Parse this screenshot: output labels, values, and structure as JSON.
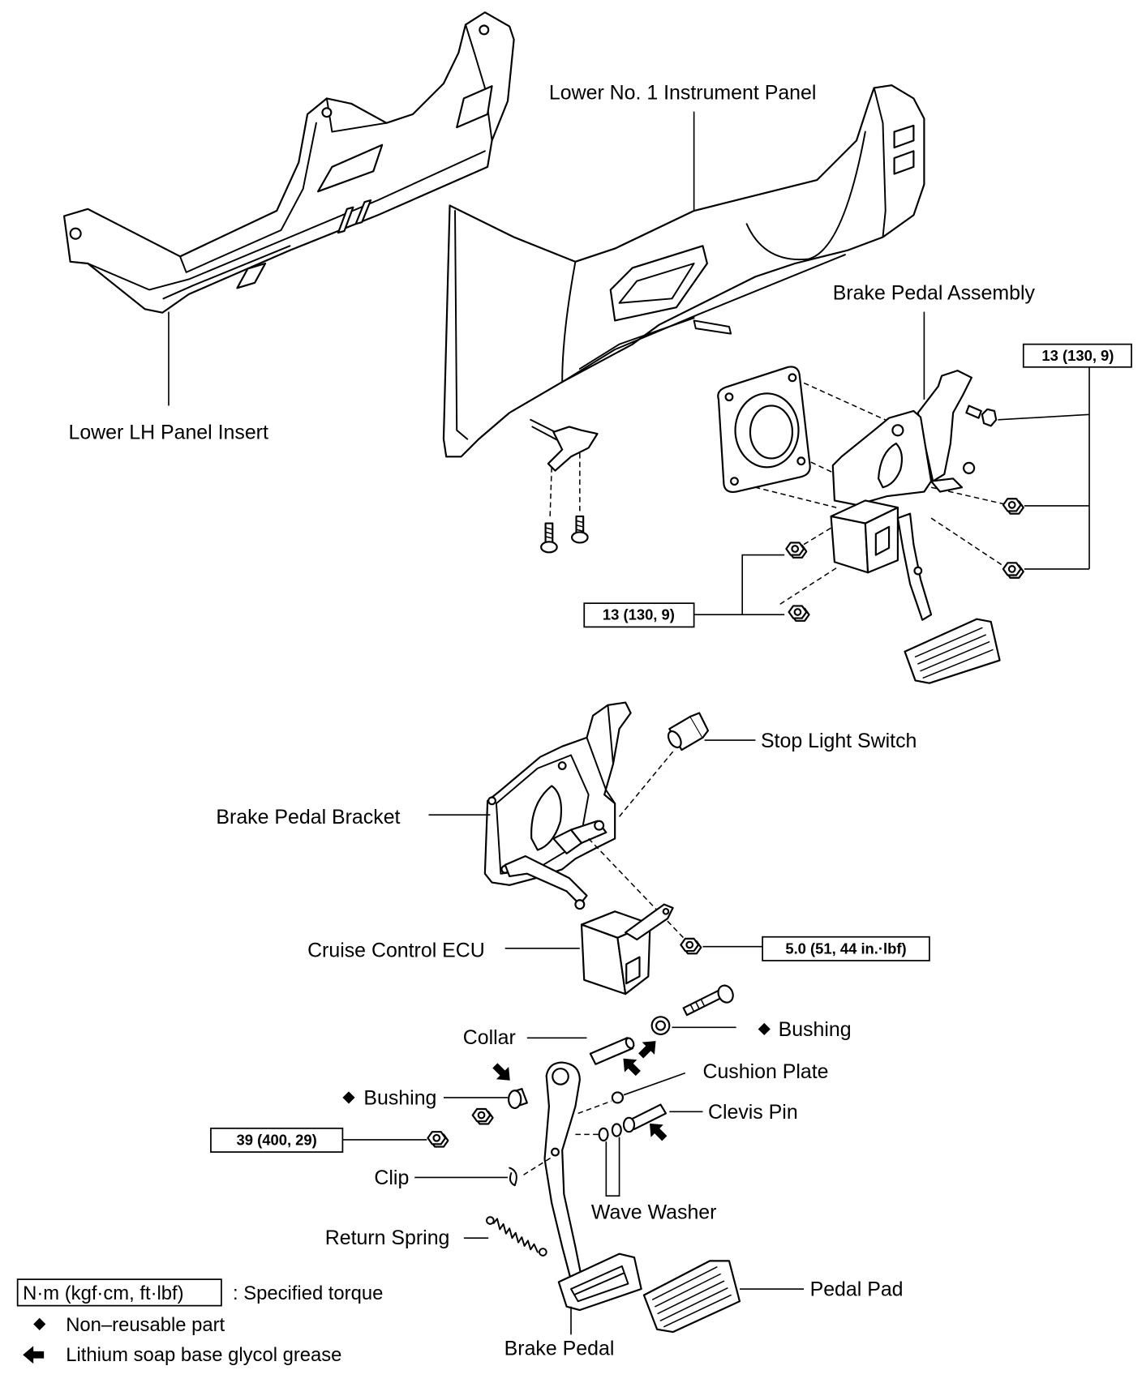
{
  "parts": {
    "lower_no1_instrument_panel": "Lower No. 1 Instrument Panel",
    "lower_lh_panel_insert": "Lower LH Panel Insert",
    "brake_pedal_assembly": "Brake Pedal Assembly",
    "stop_light_switch": "Stop Light Switch",
    "brake_pedal_bracket": "Brake Pedal Bracket",
    "cruise_control_ecu": "Cruise Control ECU",
    "collar": "Collar",
    "bushing_upper": "Bushing",
    "cushion_plate": "Cushion Plate",
    "bushing_lower": "Bushing",
    "clevis_pin": "Clevis Pin",
    "clip": "Clip",
    "wave_washer": "Wave Washer",
    "return_spring": "Return Spring",
    "pedal_pad": "Pedal Pad",
    "brake_pedal": "Brake Pedal"
  },
  "torque_specs": {
    "assembly_bolt_nuts_upper": "13 (130, 9)",
    "assembly_nuts_lower": "13 (130, 9)",
    "ecu_nut": "5.0 (51, 44 in.·lbf)",
    "pedal_pivot_nut": "39 (400, 29)"
  },
  "legend": {
    "torque_units": "N·m (kgf·cm, ft·lbf)",
    "torque_meaning": ": Specified torque",
    "non_reusable": "Non–reusable part",
    "grease": "Lithium soap base glycol grease"
  },
  "icons": {
    "non_reusable_marker": "diamond-icon",
    "grease_marker": "grease-arrow-icon",
    "fastener": "nut-icon"
  },
  "colors": {
    "ink": "#000000",
    "paper": "#ffffff"
  }
}
